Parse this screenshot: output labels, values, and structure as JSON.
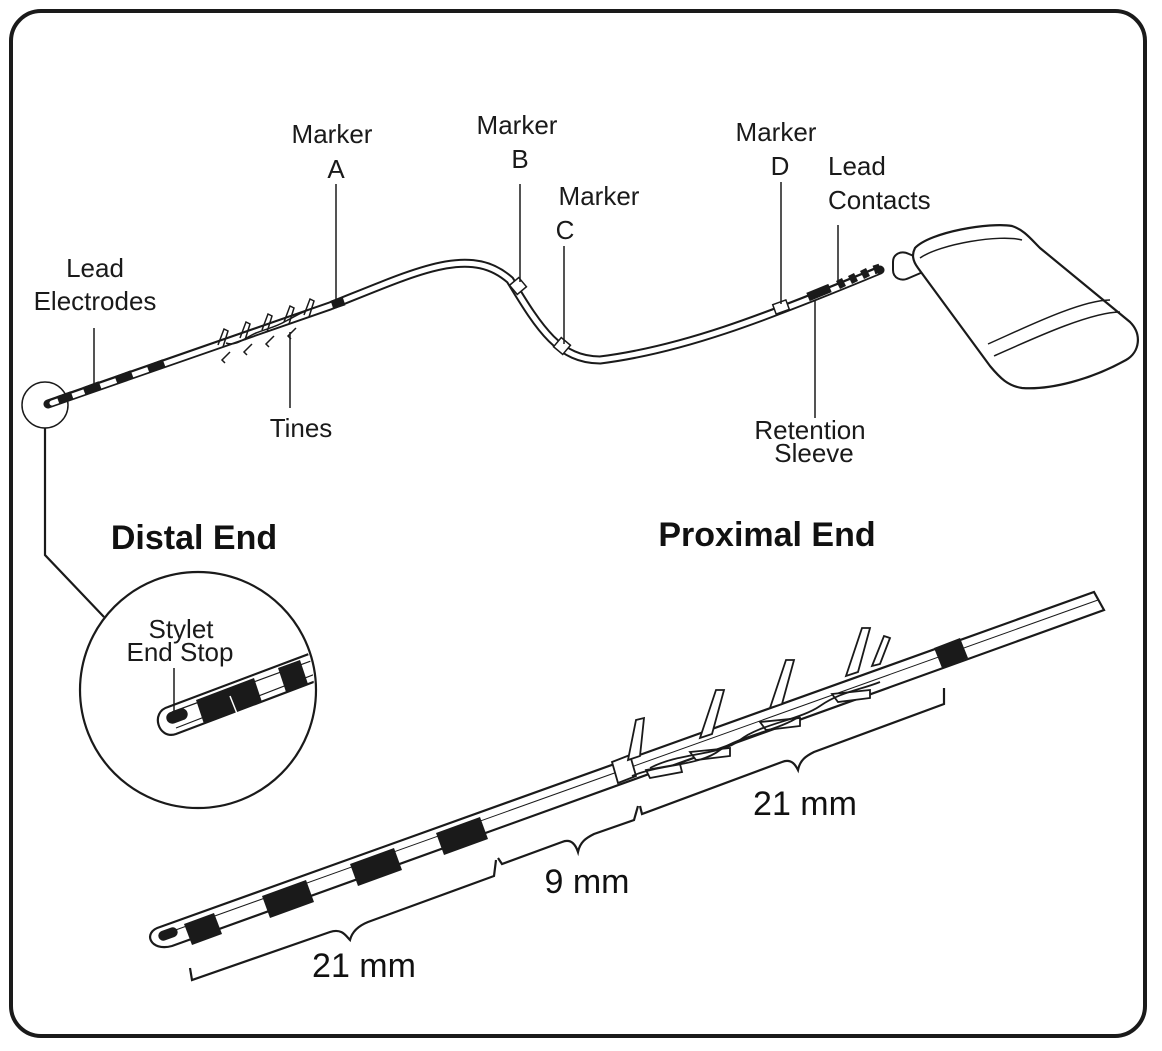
{
  "titles": {
    "distal": "Distal End",
    "proximal": "Proximal End"
  },
  "labels": {
    "lead_electrodes": [
      "Lead",
      "Electrodes"
    ],
    "marker_a": [
      "Marker",
      "A"
    ],
    "marker_b": [
      "Marker",
      "B"
    ],
    "marker_c": [
      "Marker",
      "C"
    ],
    "marker_d": [
      "Marker",
      "D"
    ],
    "lead_contacts": [
      "Lead",
      "Contacts"
    ],
    "tines": "Tines",
    "retention_sleeve": [
      "Retention",
      "Sleeve"
    ],
    "stylet_end_stop": [
      "Stylet",
      "End Stop"
    ]
  },
  "dimensions": {
    "electrode_span": "21 mm",
    "gap": "9 mm",
    "tine_span": "21 mm"
  },
  "colors": {
    "line": "#1a1a1a",
    "background": "#ffffff",
    "frame": "#1a1a1a"
  }
}
